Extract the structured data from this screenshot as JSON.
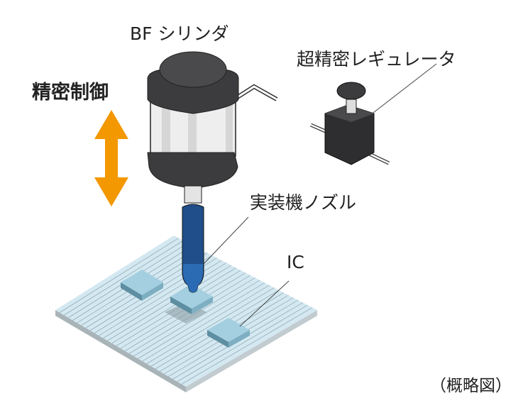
{
  "labels": {
    "cylinder": "BF シリンダ",
    "precision_control": "精密制御",
    "regulator": "超精密レギュレータ",
    "nozzle": "実装機ノズル",
    "ic": "IC",
    "caption": "（概略図）"
  },
  "colors": {
    "arrow": "#f39800",
    "nozzle": "#1f4e8a",
    "board": "#cfe6f0",
    "chip": "#9ccbdc",
    "cylinder_dark": "#3c3b3d"
  }
}
